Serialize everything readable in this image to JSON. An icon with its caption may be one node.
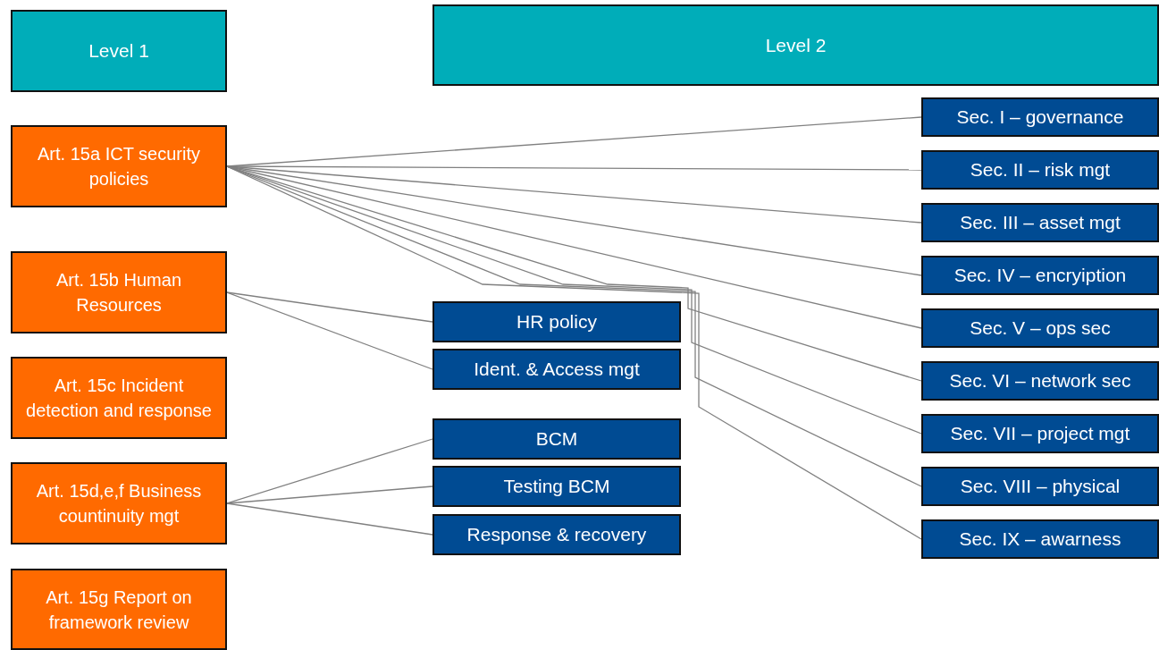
{
  "diagram": {
    "nodes": [
      {
        "text": [
          "Level 1"
        ]
      },
      {
        "text": [
          "Level 2"
        ]
      },
      {
        "text": [
          "Art. 15a ICT security policies"
        ]
      },
      {
        "text": [
          "Art. 15b Human Resources"
        ]
      },
      {
        "text": [
          "Art. 15c Incident detection and response"
        ]
      },
      {
        "text": [
          "Art. 15d,e,f Business countinuity mgt"
        ]
      },
      {
        "text": [
          "Art. 15g Report on framework review"
        ]
      },
      {
        "text": [
          "HR policy"
        ]
      },
      {
        "text": [
          "Ident. & Access mgt"
        ]
      },
      {
        "text": [
          "BCM"
        ]
      },
      {
        "text": [
          "Testing BCM"
        ]
      },
      {
        "text": [
          "Response & recovery"
        ]
      },
      {
        "text": [
          "Sec. I – governance"
        ]
      },
      {
        "text": [
          "Sec. II – risk mgt"
        ]
      },
      {
        "text": [
          "Sec. III – asset mgt"
        ]
      },
      {
        "text": [
          "Sec. IV – encryiption"
        ]
      },
      {
        "text": [
          "Sec. V – ops sec"
        ]
      },
      {
        "text": [
          "Sec. VI – network sec"
        ]
      },
      {
        "text": [
          "Sec. VII – project mgt"
        ]
      },
      {
        "text": [
          "Sec. VIII – physical"
        ]
      },
      {
        "text": [
          "Sec. IX – awarness"
        ]
      }
    ],
    "edges": [
      {
        "from": 2,
        "to": 12,
        "arrow": "none"
      },
      {
        "from": 2,
        "to": 13,
        "arrow": "none"
      },
      {
        "from": 2,
        "to": 14,
        "arrow": "none"
      },
      {
        "from": 2,
        "to": 15,
        "arrow": "none"
      },
      {
        "from": 2,
        "to": 16,
        "arrow": "none"
      },
      {
        "from": 2,
        "to": 17,
        "arrow": "none"
      },
      {
        "from": 2,
        "to": 18,
        "arrow": "none"
      },
      {
        "from": 2,
        "to": 19,
        "arrow": "none"
      },
      {
        "from": 2,
        "to": 20,
        "arrow": "none"
      },
      {
        "from": 3,
        "to": 7,
        "arrow": "none"
      },
      {
        "from": 3,
        "to": 8,
        "arrow": "none"
      },
      {
        "from": 5,
        "to": 9,
        "arrow": "none"
      },
      {
        "from": 5,
        "to": 10,
        "arrow": "none"
      },
      {
        "from": 5,
        "to": 11,
        "arrow": "none"
      }
    ]
  }
}
